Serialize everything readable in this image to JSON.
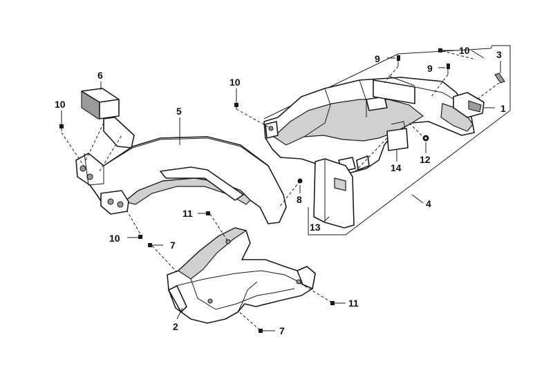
{
  "diagram": {
    "callouts": [
      {
        "key": "c1",
        "text": "1"
      },
      {
        "key": "c2",
        "text": "2"
      },
      {
        "key": "c3",
        "text": "3"
      },
      {
        "key": "c4",
        "text": "4"
      },
      {
        "key": "c5",
        "text": "5"
      },
      {
        "key": "c6",
        "text": "6"
      },
      {
        "key": "c7a",
        "text": "7"
      },
      {
        "key": "c7b",
        "text": "7"
      },
      {
        "key": "c8",
        "text": "8"
      },
      {
        "key": "c9a",
        "text": "9"
      },
      {
        "key": "c9b",
        "text": "9"
      },
      {
        "key": "c10a",
        "text": "10"
      },
      {
        "key": "c10b",
        "text": "10"
      },
      {
        "key": "c10c",
        "text": "10"
      },
      {
        "key": "c10d",
        "text": "10"
      },
      {
        "key": "c11a",
        "text": "11"
      },
      {
        "key": "c11b",
        "text": "11"
      },
      {
        "key": "c12",
        "text": "12"
      },
      {
        "key": "c13",
        "text": "13"
      },
      {
        "key": "c14",
        "text": "14"
      }
    ]
  }
}
